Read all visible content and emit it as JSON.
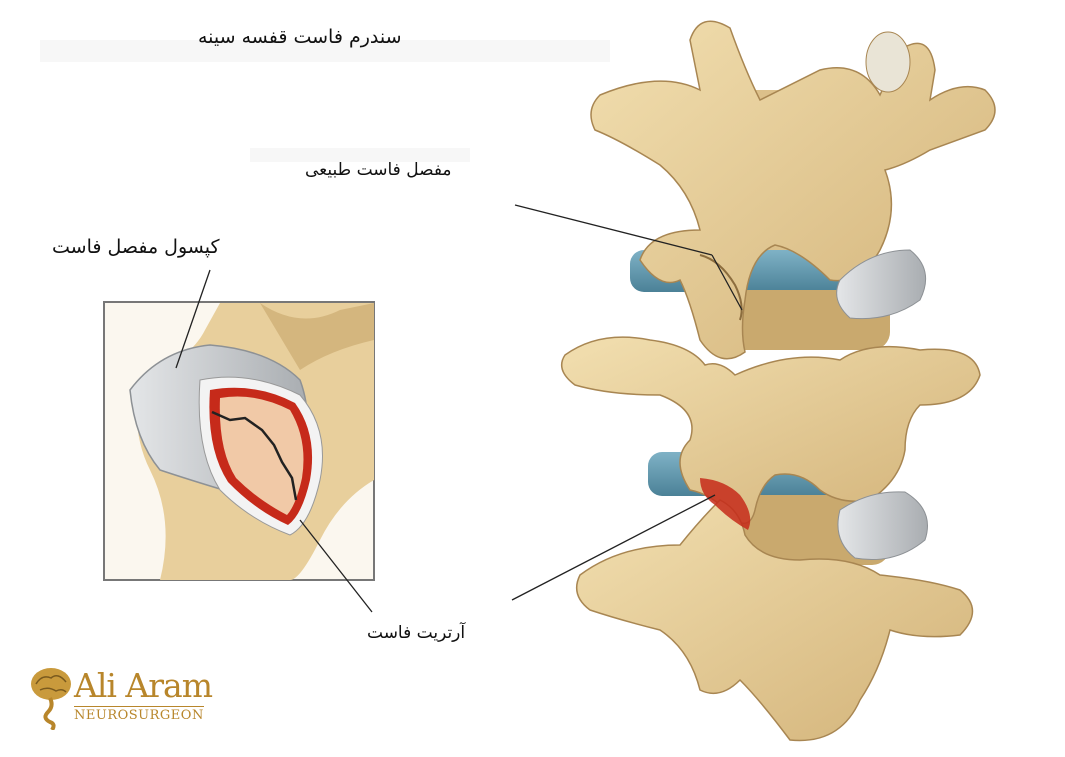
{
  "title": "سندرم فاست قفسه سینه",
  "labels": {
    "normal_joint": "مفصل فاست طبیعی",
    "joint_capsule": "کپسول مفصل فاست",
    "facet_arthritis": "آرتریت فاست"
  },
  "logo": {
    "name": "Ali Aram",
    "subtitle": "NEUROSURGEON"
  },
  "colors": {
    "bone": "#e7cf9a",
    "bone_shadow": "#b9965c",
    "disc_blue": "#5d93a8",
    "ligament_gray": "#c9cccf",
    "inflamed_red": "#c62a1a",
    "cartilage": "#f1c9a7",
    "logo_gold": "#b8862b"
  },
  "icons": [
    "brain-icon"
  ]
}
